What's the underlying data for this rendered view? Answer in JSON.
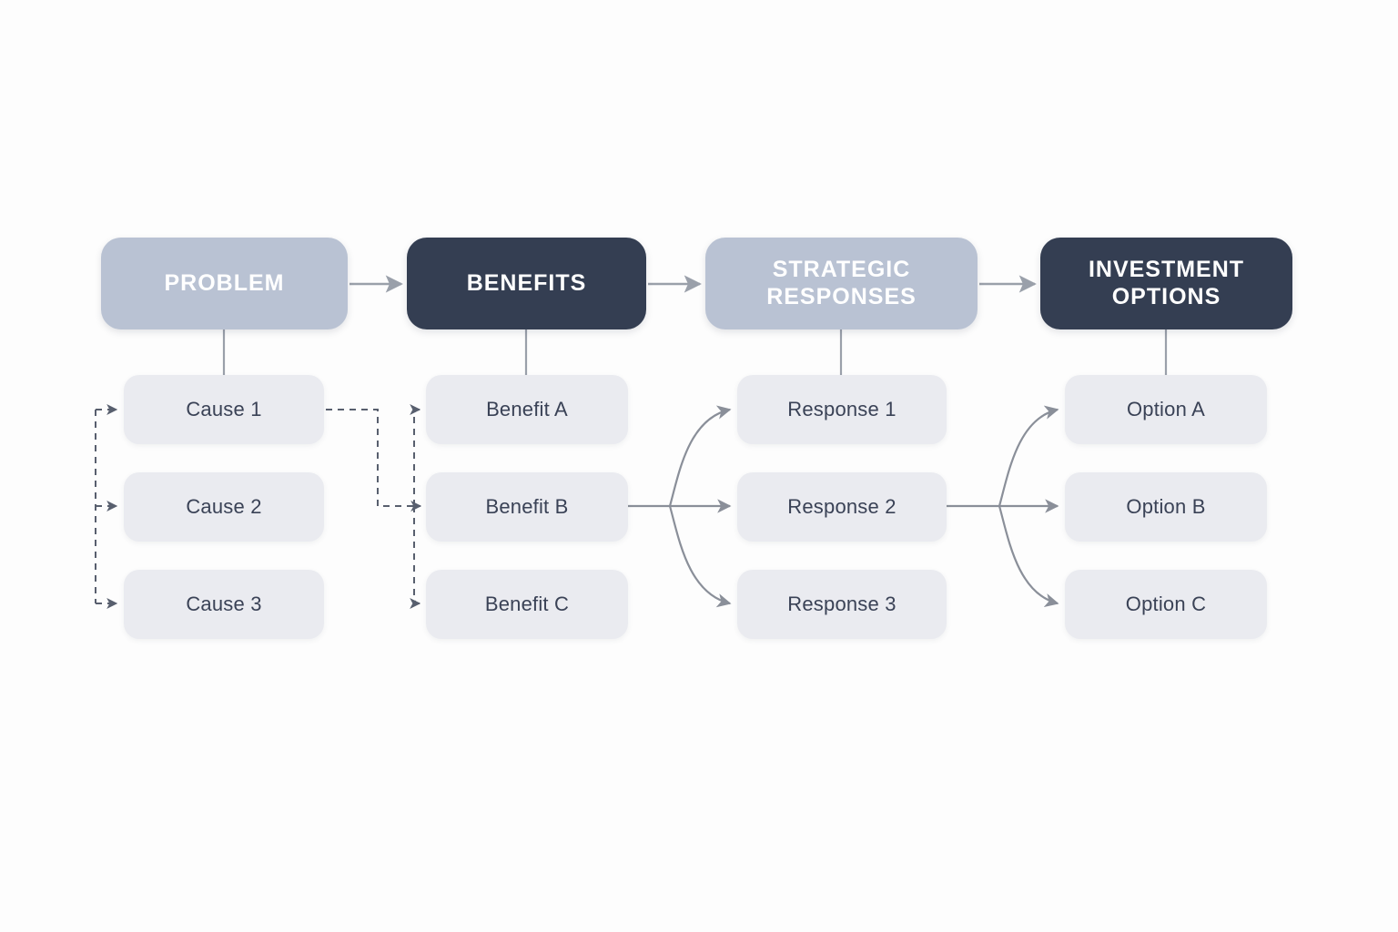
{
  "diagram": {
    "title": "Problem to Investment Options flow",
    "background_color": "#fdfdfd",
    "colors": {
      "stage_light": "#b9c2d3",
      "stage_dark": "#343e52",
      "item_bg": "#eaebf0",
      "item_text": "#3a4256",
      "stage_text": "#ffffff",
      "connector_solid": "#8a8f99",
      "connector_dashed": "#6b7280"
    },
    "stages": [
      {
        "id": "problem",
        "label": "PROBLEM",
        "style": "light",
        "items": [
          {
            "id": "cause-1",
            "label": "Cause 1"
          },
          {
            "id": "cause-2",
            "label": "Cause 2"
          },
          {
            "id": "cause-3",
            "label": "Cause 3"
          }
        ]
      },
      {
        "id": "benefits",
        "label": "BENEFITS",
        "style": "dark",
        "items": [
          {
            "id": "benefit-a",
            "label": "Benefit A"
          },
          {
            "id": "benefit-b",
            "label": "Benefit B"
          },
          {
            "id": "benefit-c",
            "label": "Benefit C"
          }
        ]
      },
      {
        "id": "strategic-responses",
        "label": "STRATEGIC\nRESPONSES",
        "style": "light",
        "items": [
          {
            "id": "response-1",
            "label": "Response 1"
          },
          {
            "id": "response-2",
            "label": "Response 2"
          },
          {
            "id": "response-3",
            "label": "Response 3"
          }
        ]
      },
      {
        "id": "investment-options",
        "label": "INVESTMENT\nOPTIONS",
        "style": "dark",
        "items": [
          {
            "id": "option-a",
            "label": "Option A"
          },
          {
            "id": "option-b",
            "label": "Option B"
          },
          {
            "id": "option-c",
            "label": "Option C"
          }
        ]
      }
    ],
    "connectors": {
      "stage_arrows": [
        {
          "from": "problem",
          "to": "benefits",
          "style": "solid-arrow"
        },
        {
          "from": "benefits",
          "to": "strategic-responses",
          "style": "solid-arrow"
        },
        {
          "from": "strategic-responses",
          "to": "investment-options",
          "style": "solid-arrow"
        }
      ],
      "item_links": [
        {
          "from": "external",
          "to": "cause-1",
          "style": "dashed-arrow"
        },
        {
          "from": "external",
          "to": "cause-2",
          "style": "dashed-arrow"
        },
        {
          "from": "external",
          "to": "cause-3",
          "style": "dashed-arrow"
        },
        {
          "from": "cause-1",
          "to": "benefit-a",
          "style": "dashed-arrow"
        },
        {
          "from": "cause-1",
          "to": "benefit-b",
          "style": "dashed-arrow"
        },
        {
          "from": "cause-1",
          "to": "benefit-c",
          "style": "dashed-arrow"
        },
        {
          "from": "benefit-b",
          "to": "response-1",
          "style": "solid-arrow"
        },
        {
          "from": "benefit-b",
          "to": "response-2",
          "style": "solid-arrow"
        },
        {
          "from": "benefit-b",
          "to": "response-3",
          "style": "solid-arrow"
        },
        {
          "from": "response-2",
          "to": "option-a",
          "style": "solid-arrow"
        },
        {
          "from": "response-2",
          "to": "option-b",
          "style": "solid-arrow"
        },
        {
          "from": "response-2",
          "to": "option-c",
          "style": "solid-arrow"
        }
      ]
    }
  }
}
